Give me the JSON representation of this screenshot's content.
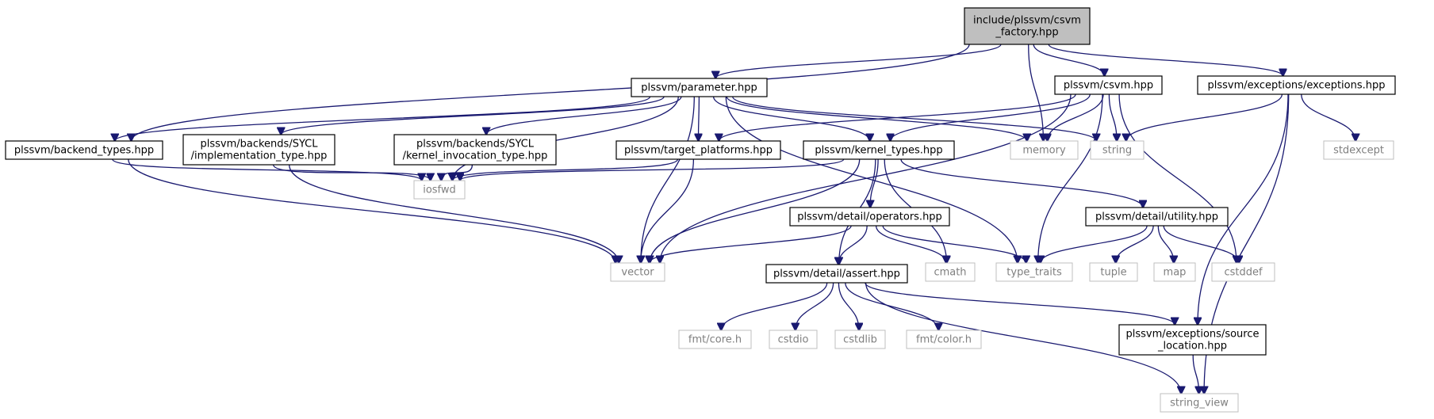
{
  "diagram": {
    "type": "include-dependency-graph",
    "root": "include/plssvm/csvm_factory.hpp",
    "colors": {
      "edge": "#191970",
      "root_fill": "#bfbfbf",
      "internal_border": "#000000",
      "external_border": "#bfbfbf",
      "external_text": "#7f7f7f"
    },
    "nodes": [
      {
        "id": "csvm_factory",
        "lines": [
          "include/plssvm/csvm",
          "_factory.hpp"
        ],
        "kind": "root"
      },
      {
        "id": "parameter",
        "lines": [
          "plssvm/parameter.hpp"
        ],
        "kind": "internal"
      },
      {
        "id": "csvm",
        "lines": [
          "plssvm/csvm.hpp"
        ],
        "kind": "internal"
      },
      {
        "id": "exceptions",
        "lines": [
          "plssvm/exceptions/exceptions.hpp"
        ],
        "kind": "internal"
      },
      {
        "id": "backend_types",
        "lines": [
          "plssvm/backend_types.hpp"
        ],
        "kind": "internal"
      },
      {
        "id": "implementation_type",
        "lines": [
          "plssvm/backends/SYCL",
          "/implementation_type.hpp"
        ],
        "kind": "internal"
      },
      {
        "id": "kernel_invocation_type",
        "lines": [
          "plssvm/backends/SYCL",
          "/kernel_invocation_type.hpp"
        ],
        "kind": "internal"
      },
      {
        "id": "target_platforms",
        "lines": [
          "plssvm/target_platforms.hpp"
        ],
        "kind": "internal"
      },
      {
        "id": "kernel_types",
        "lines": [
          "plssvm/kernel_types.hpp"
        ],
        "kind": "internal"
      },
      {
        "id": "memory",
        "lines": [
          "memory"
        ],
        "kind": "external"
      },
      {
        "id": "string",
        "lines": [
          "string"
        ],
        "kind": "external"
      },
      {
        "id": "stdexcept",
        "lines": [
          "stdexcept"
        ],
        "kind": "external"
      },
      {
        "id": "iosfwd",
        "lines": [
          "iosfwd"
        ],
        "kind": "external"
      },
      {
        "id": "operators",
        "lines": [
          "plssvm/detail/operators.hpp"
        ],
        "kind": "internal"
      },
      {
        "id": "utility",
        "lines": [
          "plssvm/detail/utility.hpp"
        ],
        "kind": "internal"
      },
      {
        "id": "vector",
        "lines": [
          "vector"
        ],
        "kind": "external"
      },
      {
        "id": "assert",
        "lines": [
          "plssvm/detail/assert.hpp"
        ],
        "kind": "internal"
      },
      {
        "id": "cmath",
        "lines": [
          "cmath"
        ],
        "kind": "external"
      },
      {
        "id": "type_traits",
        "lines": [
          "type_traits"
        ],
        "kind": "external"
      },
      {
        "id": "tuple",
        "lines": [
          "tuple"
        ],
        "kind": "external"
      },
      {
        "id": "map",
        "lines": [
          "map"
        ],
        "kind": "external"
      },
      {
        "id": "cstddef",
        "lines": [
          "cstddef"
        ],
        "kind": "external"
      },
      {
        "id": "fmt_core",
        "lines": [
          "fmt/core.h"
        ],
        "kind": "external"
      },
      {
        "id": "cstdio",
        "lines": [
          "cstdio"
        ],
        "kind": "external"
      },
      {
        "id": "cstdlib",
        "lines": [
          "cstdlib"
        ],
        "kind": "external"
      },
      {
        "id": "fmt_color",
        "lines": [
          "fmt/color.h"
        ],
        "kind": "external"
      },
      {
        "id": "source_location",
        "lines": [
          "plssvm/exceptions/source",
          "_location.hpp"
        ],
        "kind": "internal"
      },
      {
        "id": "string_view",
        "lines": [
          "string_view"
        ],
        "kind": "external"
      }
    ],
    "edges": [
      [
        "csvm_factory",
        "parameter"
      ],
      [
        "csvm_factory",
        "backend_types"
      ],
      [
        "csvm_factory",
        "memory"
      ],
      [
        "csvm_factory",
        "csvm"
      ],
      [
        "csvm_factory",
        "exceptions"
      ],
      [
        "parameter",
        "backend_types"
      ],
      [
        "parameter",
        "implementation_type"
      ],
      [
        "parameter",
        "iosfwd"
      ],
      [
        "parameter",
        "kernel_invocation_type"
      ],
      [
        "parameter",
        "vector"
      ],
      [
        "parameter",
        "target_platforms"
      ],
      [
        "parameter",
        "kernel_types"
      ],
      [
        "parameter",
        "memory"
      ],
      [
        "parameter",
        "string"
      ],
      [
        "parameter",
        "type_traits"
      ],
      [
        "csvm",
        "target_platforms"
      ],
      [
        "csvm",
        "kernel_types"
      ],
      [
        "csvm",
        "memory"
      ],
      [
        "csvm",
        "string"
      ],
      [
        "csvm",
        "vector"
      ],
      [
        "csvm",
        "type_traits"
      ],
      [
        "csvm",
        "cstddef"
      ],
      [
        "exceptions",
        "string"
      ],
      [
        "exceptions",
        "stdexcept"
      ],
      [
        "exceptions",
        "source_location"
      ],
      [
        "exceptions",
        "string_view"
      ],
      [
        "backend_types",
        "iosfwd"
      ],
      [
        "backend_types",
        "vector"
      ],
      [
        "implementation_type",
        "iosfwd"
      ],
      [
        "implementation_type",
        "vector"
      ],
      [
        "kernel_invocation_type",
        "iosfwd"
      ],
      [
        "target_platforms",
        "iosfwd"
      ],
      [
        "target_platforms",
        "vector"
      ],
      [
        "kernel_types",
        "iosfwd"
      ],
      [
        "kernel_types",
        "vector"
      ],
      [
        "kernel_types",
        "operators"
      ],
      [
        "kernel_types",
        "assert"
      ],
      [
        "kernel_types",
        "cmath"
      ],
      [
        "kernel_types",
        "utility"
      ],
      [
        "operators",
        "vector"
      ],
      [
        "operators",
        "assert"
      ],
      [
        "operators",
        "cmath"
      ],
      [
        "operators",
        "type_traits"
      ],
      [
        "utility",
        "type_traits"
      ],
      [
        "utility",
        "tuple"
      ],
      [
        "utility",
        "map"
      ],
      [
        "utility",
        "cstddef"
      ],
      [
        "assert",
        "fmt_core"
      ],
      [
        "assert",
        "cstdio"
      ],
      [
        "assert",
        "cstdlib"
      ],
      [
        "assert",
        "fmt_color"
      ],
      [
        "assert",
        "source_location"
      ],
      [
        "assert",
        "string_view"
      ],
      [
        "source_location",
        "string_view"
      ]
    ]
  }
}
